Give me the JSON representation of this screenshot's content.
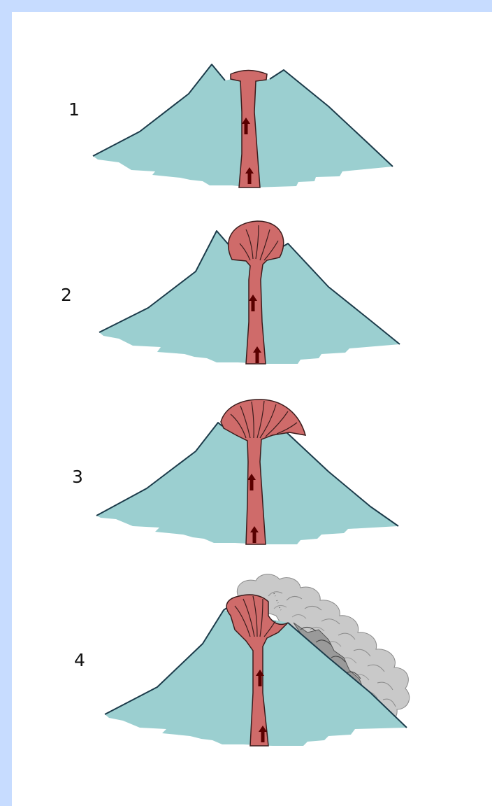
{
  "stages": [
    {
      "label": "1"
    },
    {
      "label": "2"
    },
    {
      "label": "3"
    },
    {
      "label": "4"
    }
  ],
  "colors": {
    "frame": "#c7dcff",
    "volcano": "#9bcfd0",
    "outline": "#1c3b4a",
    "magma": "#cf6b6a",
    "arrow": "#5a0000",
    "ash": "#c9c9c9",
    "ash_dark": "#9a9a9a"
  },
  "icons": [
    "up-arrow-icon"
  ]
}
